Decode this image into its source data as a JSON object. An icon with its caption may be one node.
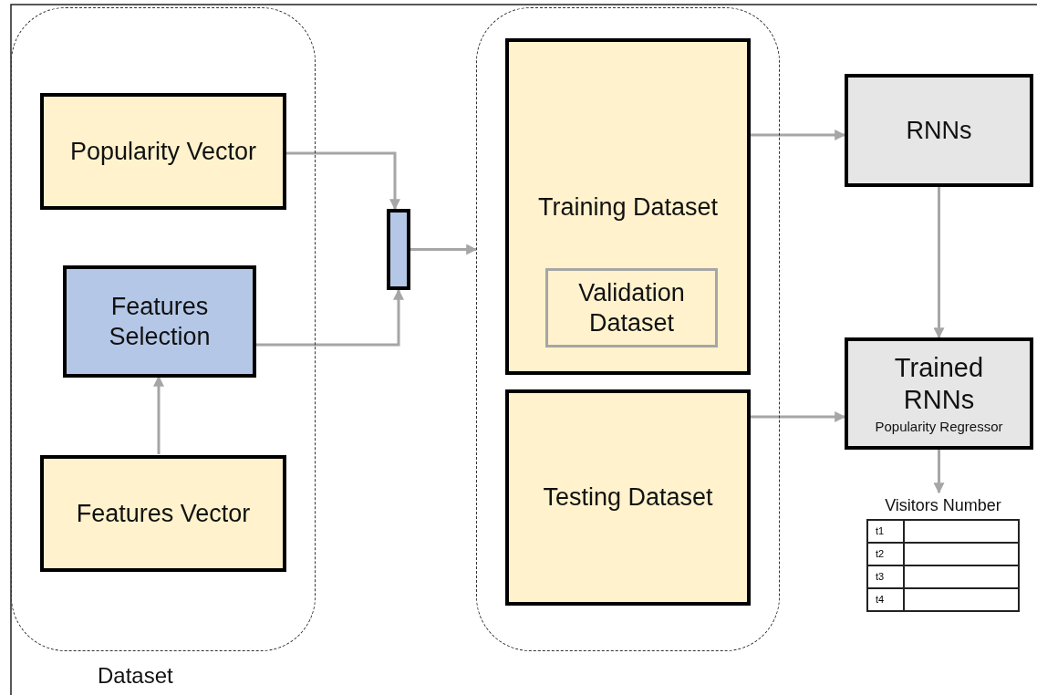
{
  "diagram": {
    "nodes": [
      {
        "text": [
          "Dataset"
        ]
      },
      {
        "text": [
          "Popularity Vector"
        ],
        "in": 0
      },
      {
        "text": [
          "Features Selection"
        ],
        "in": 0
      },
      {
        "text": [
          "Features Vector"
        ],
        "in": 0
      },
      {
        "text": [],
        "shape": "bar"
      },
      {
        "text": [],
        "shape": "box"
      },
      {
        "text": [
          "Training Dataset"
        ],
        "in": 5
      },
      {
        "text": [
          "Validation Dataset"
        ],
        "in": 6
      },
      {
        "text": [
          "Testing Dataset"
        ],
        "in": 5
      },
      {
        "text": [
          "RNNs"
        ]
      },
      {
        "text": [
          "Trained RNNs",
          "Popularity Regressor"
        ]
      },
      {
        "text": [
          "Visitors Number"
        ]
      }
    ],
    "edges": [
      {
        "from": 1,
        "to": 4,
        "arrow": "to"
      },
      {
        "from": 2,
        "to": 4,
        "arrow": "to"
      },
      {
        "from": 3,
        "to": 2,
        "arrow": "to"
      },
      {
        "from": 4,
        "to": 5,
        "arrow": "to"
      },
      {
        "from": 6,
        "to": 9,
        "arrow": "to"
      },
      {
        "from": 8,
        "to": 10,
        "arrow": "to"
      },
      {
        "from": 9,
        "to": 10,
        "arrow": "to"
      },
      {
        "from": 10,
        "to": 11,
        "arrow": "to"
      }
    ],
    "labels": [
      "t1",
      "t2",
      "t3",
      "t4"
    ]
  }
}
